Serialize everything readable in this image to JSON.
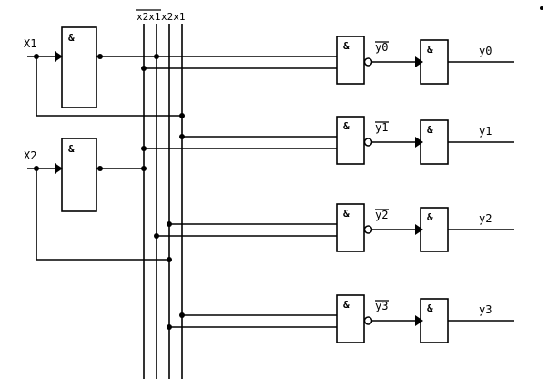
{
  "diagram": {
    "inputs": {
      "x1": "X1",
      "x2": "X2"
    },
    "bus_label": {
      "negated": "x2x1",
      "plain": "x2x1"
    },
    "gate_symbol": "&",
    "nand_labels": [
      "y0",
      "y1",
      "y2",
      "y3"
    ],
    "output_labels": [
      "y0",
      "y1",
      "y2",
      "y3"
    ]
  }
}
